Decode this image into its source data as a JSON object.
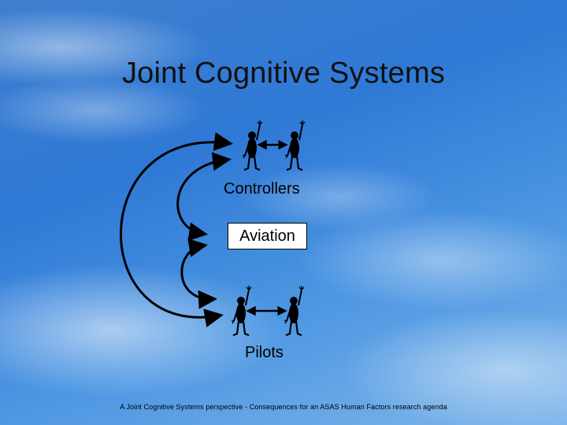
{
  "slide": {
    "title": "Joint Cognitive Systems",
    "footer": "A Joint Cognitive Systems perspective - Consequences for an ASAS Human Factors research agenda"
  },
  "diagram": {
    "groups": [
      {
        "id": "controllers",
        "label": "Controllers",
        "people": 2,
        "icon": "stick-figure-icon"
      },
      {
        "id": "pilots",
        "label": "Pilots",
        "people": 2,
        "icon": "stick-figure-icon"
      }
    ],
    "center_box": "Aviation",
    "links": [
      {
        "from": "pilots",
        "to": "controllers",
        "style": "double-arrow"
      },
      {
        "from": "aviation",
        "to": "controllers",
        "style": "double-arrow"
      },
      {
        "from": "aviation",
        "to": "pilots",
        "style": "double-arrow"
      }
    ]
  },
  "colors": {
    "sky_top": "#2f79d6",
    "sky_bottom": "#7fb6ea",
    "ink": "#000000",
    "box_fill": "#ffffff"
  }
}
